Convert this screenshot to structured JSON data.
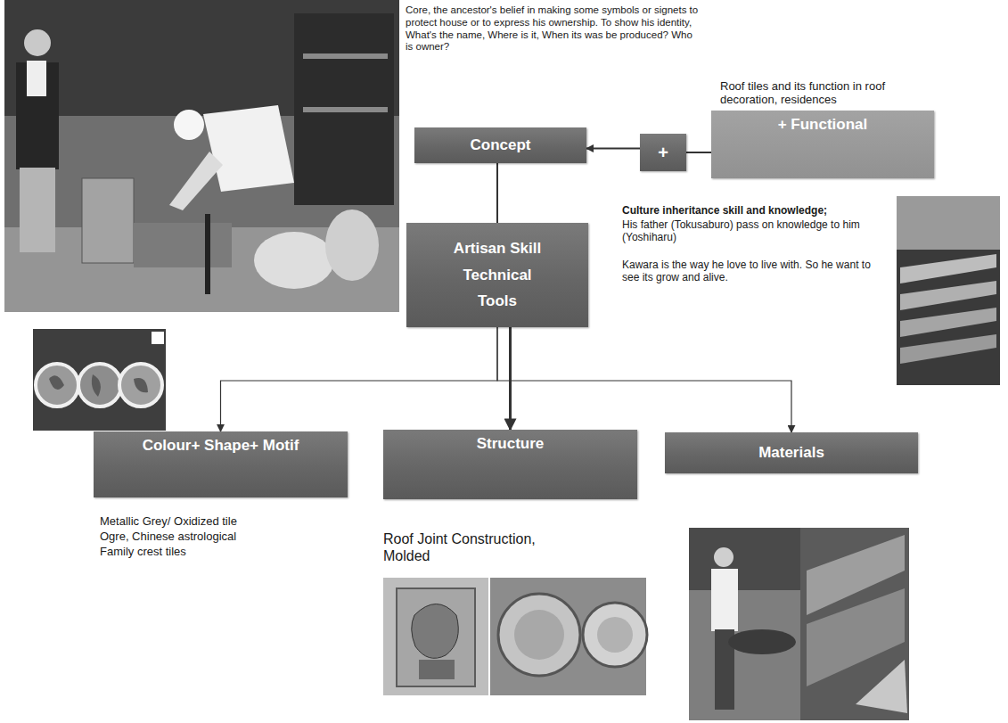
{
  "diagram": {
    "nodes": [
      {
        "text": [
          "Concept"
        ]
      },
      {
        "text": [
          "+"
        ]
      },
      {
        "text": [
          "+ Functional"
        ]
      },
      {
        "text": [
          "Artisan Skill Technical Tools"
        ]
      },
      {
        "text": [
          "Colour+ Shape+ Motif"
        ]
      },
      {
        "text": [
          "Structure"
        ]
      },
      {
        "text": [
          "Materials"
        ]
      }
    ],
    "edges": [
      {
        "from": 2,
        "to": 1,
        "arrow": "none"
      },
      {
        "from": 1,
        "to": 0,
        "arrow": "to"
      },
      {
        "from": 0,
        "to": 3,
        "arrow": "none"
      },
      {
        "from": 3,
        "to": 4,
        "arrow": "to"
      },
      {
        "from": 3,
        "to": 5,
        "arrow": "to"
      },
      {
        "from": 3,
        "to": 6,
        "arrow": "to"
      }
    ],
    "labels": [
      "Core, the ancestor's belief in making some symbols or signets to protect house or to express his ownership. To show his identity, What's the name, Where is it, When its was be produced? Who is owner?",
      "Roof tiles and its function in roof decoration, residences",
      "Culture inheritance skill and knowledge;",
      "His father (Tokusaburo) pass on knowledge to him (Yoshiharu)",
      "Kawara is the way he love to live with. So he want to see its grow and alive.",
      "Metallic Grey/ Oxidized tile",
      "Ogre, Chinese astrological",
      "Family crest tiles",
      "Roof Joint Construction, Molded"
    ]
  }
}
